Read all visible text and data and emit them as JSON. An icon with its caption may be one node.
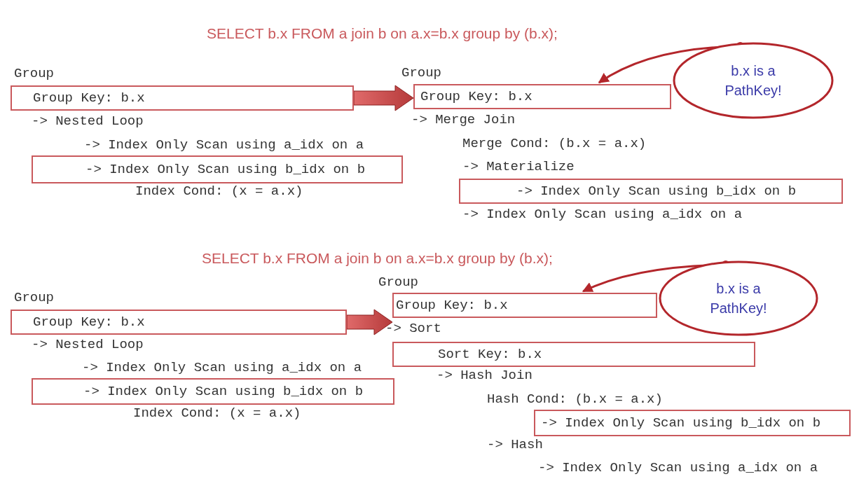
{
  "diagram": {
    "nodes": [
      {
        "text": [
          "Group Key: b.x"
        ]
      },
      {
        "text": [
          "-> Index Only Scan using b_idx on b"
        ]
      },
      {
        "text": [
          "Group Key: b.x"
        ]
      },
      {
        "text": [
          "b.x is a PathKey!"
        ]
      },
      {
        "text": [
          "-> Index Only Scan using b_idx on b"
        ]
      },
      {
        "text": [
          "Group Key: b.x"
        ]
      },
      {
        "text": [
          "-> Index Only Scan using b_idx on b"
        ]
      },
      {
        "text": [
          "Group Key: b.x"
        ]
      },
      {
        "text": [
          "b.x is a PathKey!"
        ]
      },
      {
        "text": [
          "Sort Key: b.x"
        ]
      },
      {
        "text": [
          "-> Index Only Scan using b_idx on b"
        ]
      }
    ],
    "edges": [
      {
        "from": 0,
        "to": 2,
        "arrow": "to"
      },
      {
        "from": 3,
        "to": 2,
        "arrow": "to"
      },
      {
        "from": 5,
        "to": 7,
        "arrow": "to"
      },
      {
        "from": 8,
        "to": 7,
        "arrow": "to"
      }
    ],
    "labels": [
      "SELECT b.x FROM a join b on a.x=b.x group by (b.x);",
      "Group",
      "Group",
      "-> Nested Loop",
      "-> Merge Join",
      "-> Index Only Scan using a_idx on a",
      "Merge Cond: (b.x = a.x)",
      "-> Materialize",
      "Index Cond: (x = a.x)",
      "-> Index Only Scan using a_idx on a",
      "SELECT b.x FROM a join b on a.x=b.x group by (b.x);",
      "Group",
      "Group",
      "-> Sort",
      "-> Nested Loop",
      "-> Index Only Scan using a_idx on a",
      "-> Hash Join",
      "Index Cond: (x = a.x)",
      "Hash Cond: (b.x = a.x)",
      "-> Hash",
      "-> Index Only Scan using a_idx on a"
    ]
  }
}
